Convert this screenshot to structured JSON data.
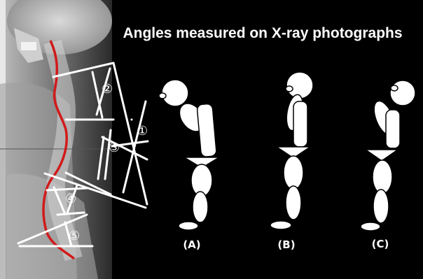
{
  "title": "Angles measured on X-ray photographs",
  "angle_markers": [
    "①",
    "②",
    "③",
    "④",
    "⑤"
  ],
  "figures": [
    {
      "label": "(A)"
    },
    {
      "label": "(B)"
    },
    {
      "label": "(C)"
    }
  ],
  "colors": {
    "background": "#000000",
    "lines": "#ffffff",
    "spine_trace": "#d11a1a"
  }
}
